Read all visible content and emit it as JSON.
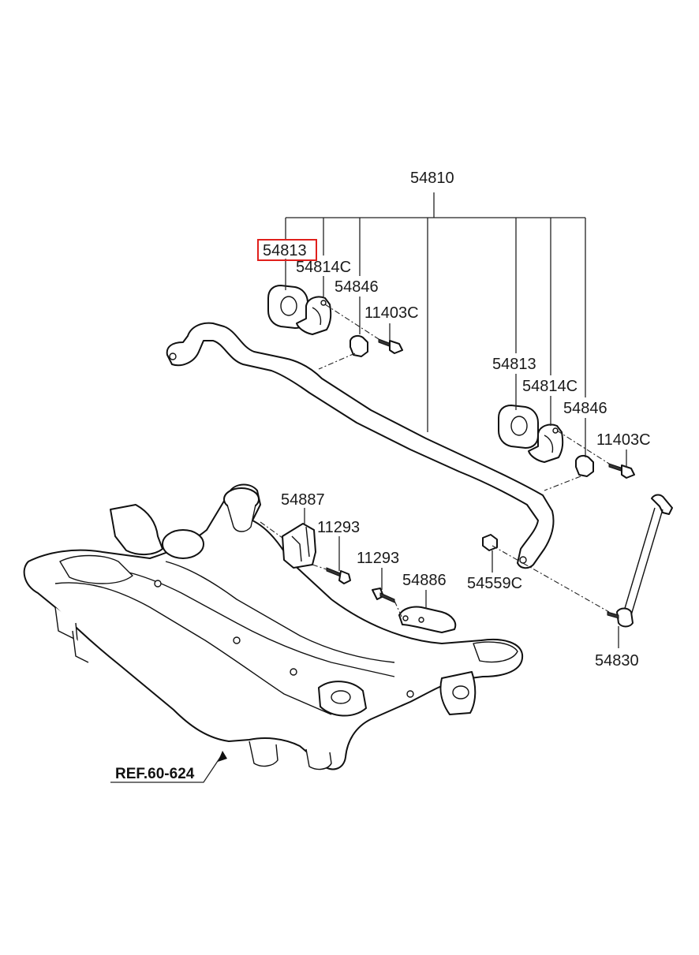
{
  "diagram": {
    "callouts": {
      "main_assembly": "54810",
      "bushing_left": "54813",
      "bracket_left": "54814C",
      "clamp_left": "54846",
      "bolt_left": "11403C",
      "bushing_right": "54813",
      "bracket_right": "54814C",
      "clamp_right": "54846",
      "bolt_right": "11403C",
      "mount_bracket_upper": "54887",
      "bolt_mount_upper": "11293",
      "bolt_mount_lower": "11293",
      "mount_bracket_lower": "54886",
      "nut": "54559C",
      "link": "54830"
    },
    "reference": "REF.60-624",
    "highlighted_part": "54813",
    "highlight_color": "#e0201c"
  }
}
